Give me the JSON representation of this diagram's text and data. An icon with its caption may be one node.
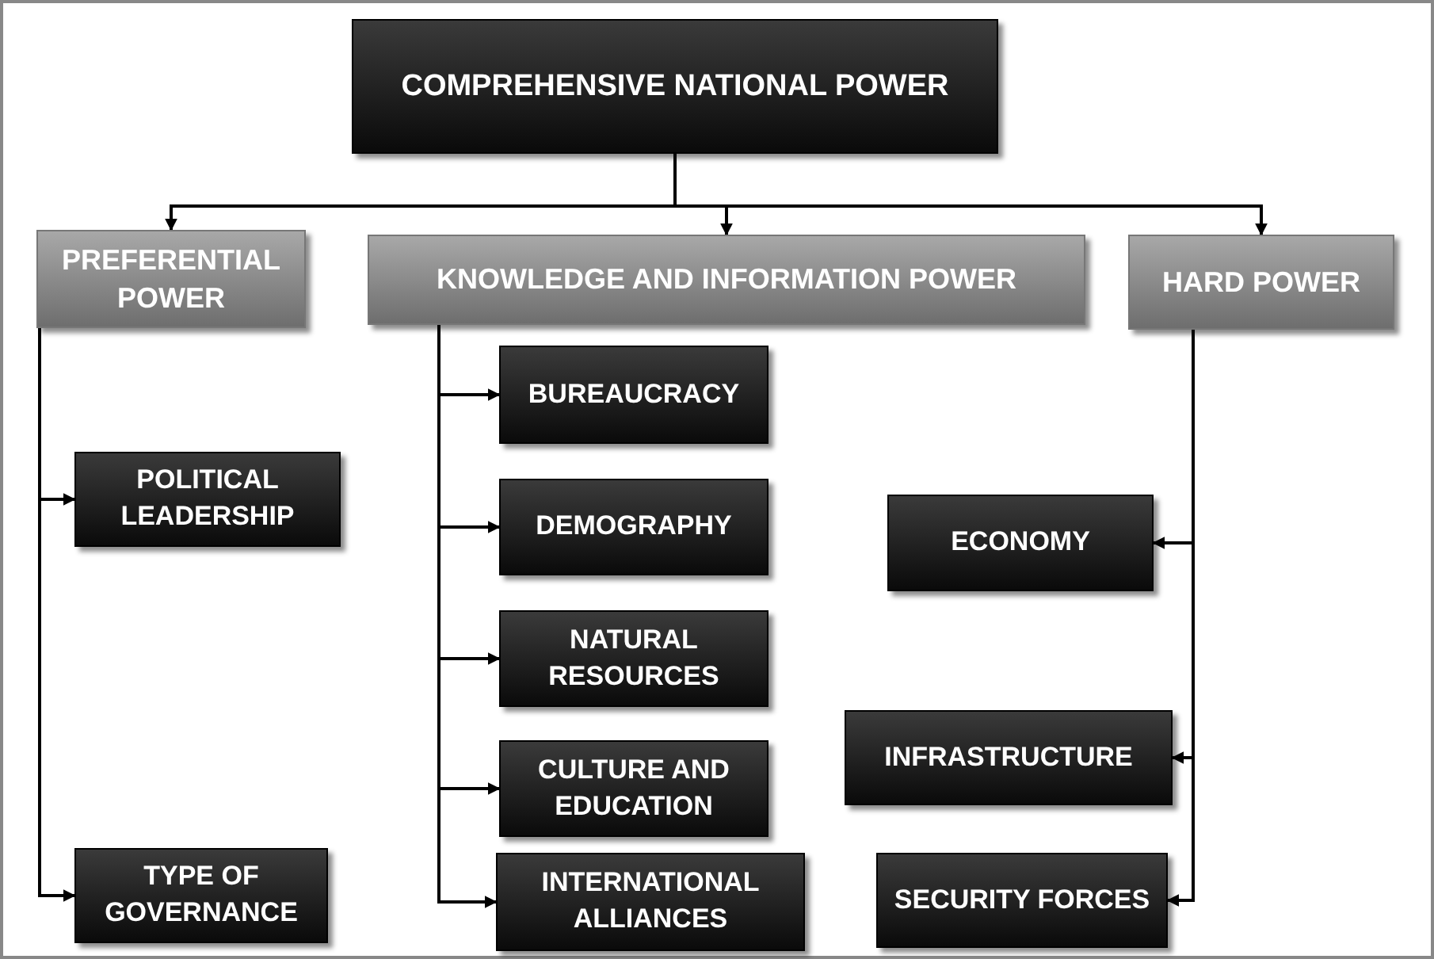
{
  "diagram": {
    "nodes": [
      {
        "text": [
          "COMPREHENSIVE NATIONAL POWER"
        ]
      },
      {
        "text": [
          "PREFERENTIAL POWER"
        ]
      },
      {
        "text": [
          "KNOWLEDGE AND INFORMATION POWER"
        ]
      },
      {
        "text": [
          "HARD POWER"
        ]
      },
      {
        "text": [
          "POLITICAL LEADERSHIP"
        ]
      },
      {
        "text": [
          "TYPE OF GOVERNANCE"
        ]
      },
      {
        "text": [
          "BUREAUCRACY"
        ]
      },
      {
        "text": [
          "DEMOGRAPHY"
        ]
      },
      {
        "text": [
          "NATURAL RESOURCES"
        ]
      },
      {
        "text": [
          "CULTURE AND EDUCATION"
        ]
      },
      {
        "text": [
          "INTERNATIONAL ALLIANCES"
        ]
      },
      {
        "text": [
          "ECONOMY"
        ]
      },
      {
        "text": [
          "INFRASTRUCTURE"
        ]
      },
      {
        "text": [
          "SECURITY FORCES"
        ]
      }
    ],
    "edges": [
      {
        "from": 0,
        "to": 1,
        "arrow": "to"
      },
      {
        "from": 0,
        "to": 2,
        "arrow": "to"
      },
      {
        "from": 0,
        "to": 3,
        "arrow": "to"
      },
      {
        "from": 1,
        "to": 4,
        "arrow": "to"
      },
      {
        "from": 1,
        "to": 5,
        "arrow": "to"
      },
      {
        "from": 2,
        "to": 6,
        "arrow": "to"
      },
      {
        "from": 2,
        "to": 7,
        "arrow": "to"
      },
      {
        "from": 2,
        "to": 8,
        "arrow": "to"
      },
      {
        "from": 2,
        "to": 9,
        "arrow": "to"
      },
      {
        "from": 2,
        "to": 10,
        "arrow": "to"
      },
      {
        "from": 3,
        "to": 11,
        "arrow": "to"
      },
      {
        "from": 3,
        "to": 12,
        "arrow": "to"
      },
      {
        "from": 3,
        "to": 13,
        "arrow": "to"
      }
    ]
  }
}
